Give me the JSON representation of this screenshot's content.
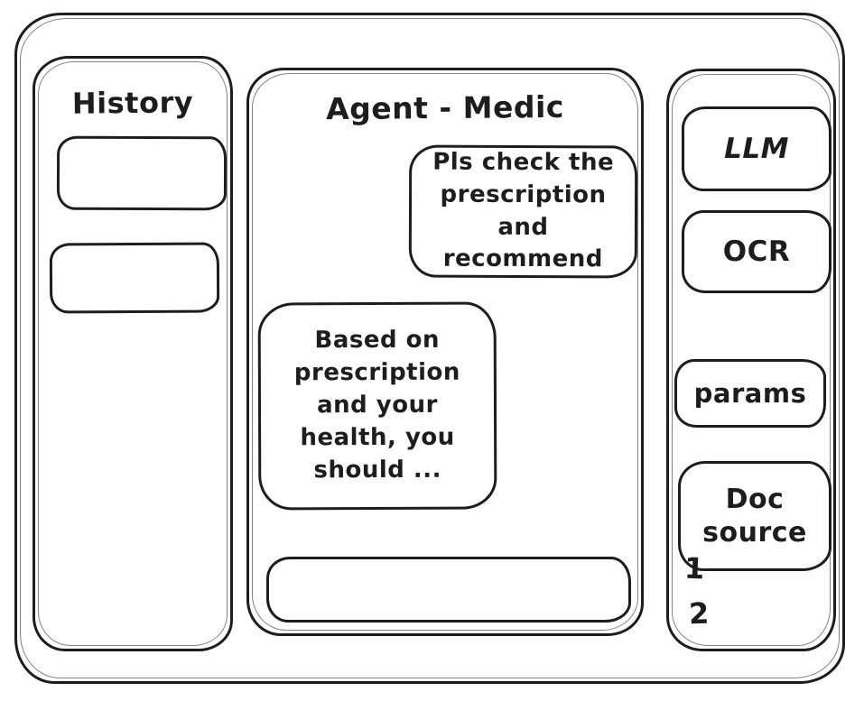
{
  "window": {
    "background": "#ffffff",
    "ink": "#1d1d1d"
  },
  "history_panel": {
    "title": "History",
    "items": [
      {
        "label": ""
      },
      {
        "label": ""
      }
    ]
  },
  "chat_panel": {
    "title": "Agent - Medic",
    "messages": [
      {
        "role": "user",
        "text": "Pls check the prescription and recommend"
      },
      {
        "role": "agent",
        "text": "Based on prescription and your health, you should ..."
      }
    ],
    "input": {
      "value": "",
      "placeholder": ""
    }
  },
  "tools_panel": {
    "buttons": [
      {
        "label": "LLM"
      },
      {
        "label": "OCR"
      },
      {
        "label": "params"
      },
      {
        "label": "Doc source"
      }
    ],
    "annotations": [
      {
        "label": "1"
      },
      {
        "label": "2"
      }
    ]
  }
}
